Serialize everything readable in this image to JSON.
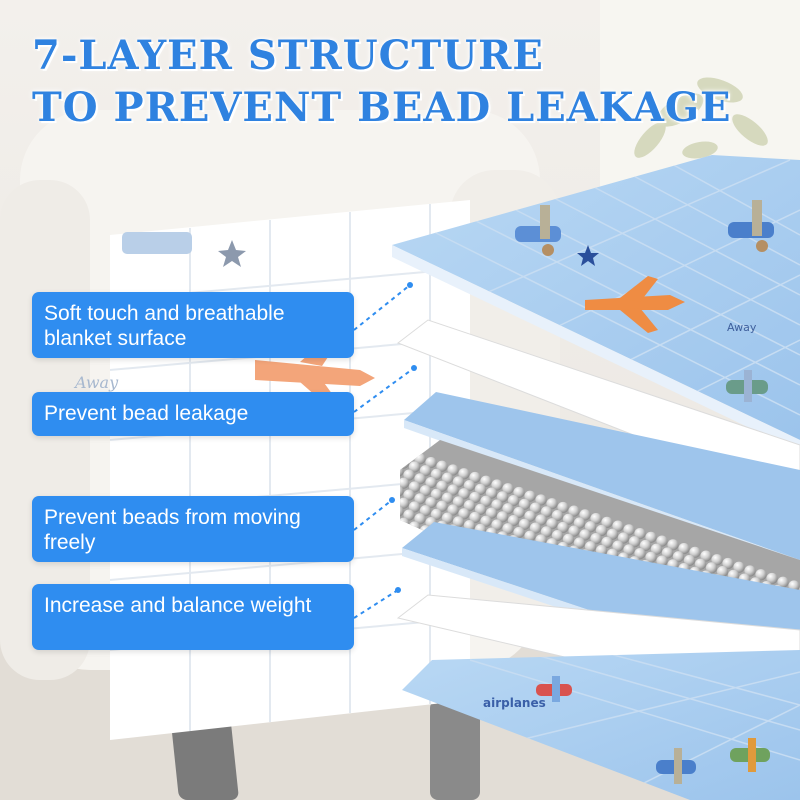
{
  "headline": {
    "line1": "7-LAYER STRUCTURE",
    "line2": "TO PREVENT BEAD LEAKAGE"
  },
  "features": [
    {
      "text": "Soft touch and breathable blanket surface"
    },
    {
      "text": "Prevent bead leakage"
    },
    {
      "text": "Prevent beads from moving freely"
    },
    {
      "text": "Increase and balance weight"
    }
  ],
  "print_text": {
    "away": "Away",
    "airplanes": "airplanes"
  },
  "colors": {
    "headline": "#2f82e0",
    "label_bg": "#2f8df0",
    "fabric_blue": "#a9cdf0",
    "filling_white": "#ffffff",
    "bead": "#c4c4c4"
  },
  "icons": [
    "airplane-icon",
    "star-icon",
    "bead-icon",
    "connector-line"
  ]
}
